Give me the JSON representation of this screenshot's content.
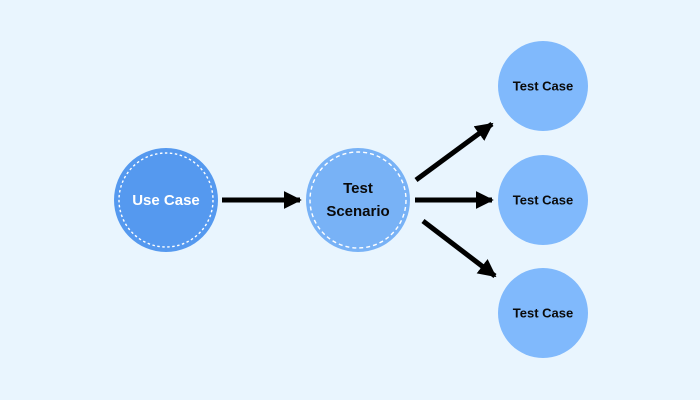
{
  "colors": {
    "background": "#e9f5fe",
    "use_case_fill": "#5599ef",
    "test_scenario_fill": "#78b2f6",
    "test_case_fill": "#80b9fc",
    "arrow": "#000000",
    "use_case_text": "#ffffff",
    "node_text": "#0a0a0a",
    "dashed_ring": "#ffffff"
  },
  "nodes": {
    "use_case": {
      "label": "Use Case"
    },
    "test_scenario": {
      "label_line1": "Test",
      "label_line2": "Scenario"
    },
    "test_cases": [
      {
        "label": "Test Case"
      },
      {
        "label": "Test Case"
      },
      {
        "label": "Test Case"
      }
    ]
  }
}
